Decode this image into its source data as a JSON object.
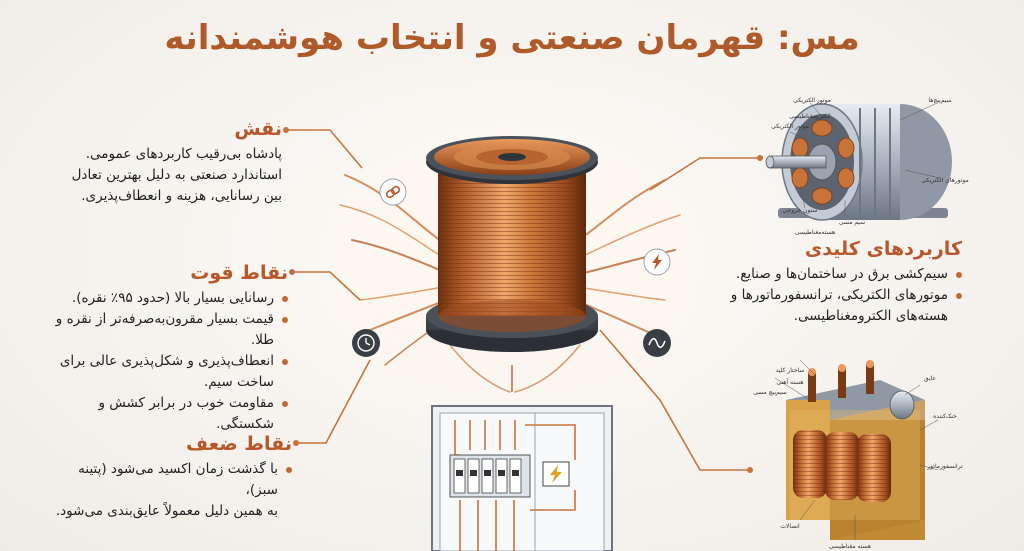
{
  "title": "مس: قهرمان صنعتی و انتخاب هوشمندانه",
  "role": {
    "heading": "نقش",
    "lines": [
      "پادشاه بی‌رقیب کاربردهای عمومی.",
      "استاندارد صنعتی به دلیل بهترین تعادل",
      "بین رسانایی، هزینه و انعطاف‌پذیری."
    ]
  },
  "strengths": {
    "heading": "نقاط قوت",
    "items": [
      "رسانایی بسیار بالا (حدود ۹۵٪ نقره).",
      "قیمت بسیار مقرون‌به‌صرفه‌تر از نقره و طلا.",
      "انعطاف‌پذیری و شکل‌پذیری عالی برای ساخت سیم.",
      "مقاومت خوب در برابر کشش و شکستگی."
    ]
  },
  "weaknesses": {
    "heading": "نقاط ضعف",
    "lines": [
      "با گذشت زمان اکسید می‌شود (پتینه سبز)،",
      "به همین دلیل معمولاً عایق‌بندی می‌شود."
    ]
  },
  "applications": {
    "heading": "کاربردهای کلیدی",
    "items": [
      "سیم‌کشی برق در ساختمان‌ها و صنایع.",
      "موتورهای الکتریکی، ترانسفورماتورها و هسته‌های الکترومغناطیسی."
    ]
  },
  "motor_labels": [
    "موتور الکتریکی",
    "الکترومغناطیسی",
    "موتور الکتریکی",
    "سیم‌پیچ‌ها",
    "موتورهای الکتریکی",
    "ستون خروجی",
    "سیم مسی",
    "هسته‌مغناطیسی"
  ],
  "transformer_labels": [
    "ساختار کلید",
    "هسته آهنی",
    "سیم‌پیچ مسی",
    "عایق",
    "خنک‌کننده",
    "ترانسفورماتور",
    "اتصالات",
    "هسته مغناطیسی"
  ],
  "icons": [
    "chain-link-icon",
    "lightning-icon",
    "clock-icon",
    "wave-icon"
  ],
  "colors": {
    "accent": "#b8582a",
    "copper": "#c8733a",
    "copper_dark": "#7a3a14",
    "text": "#222222"
  }
}
